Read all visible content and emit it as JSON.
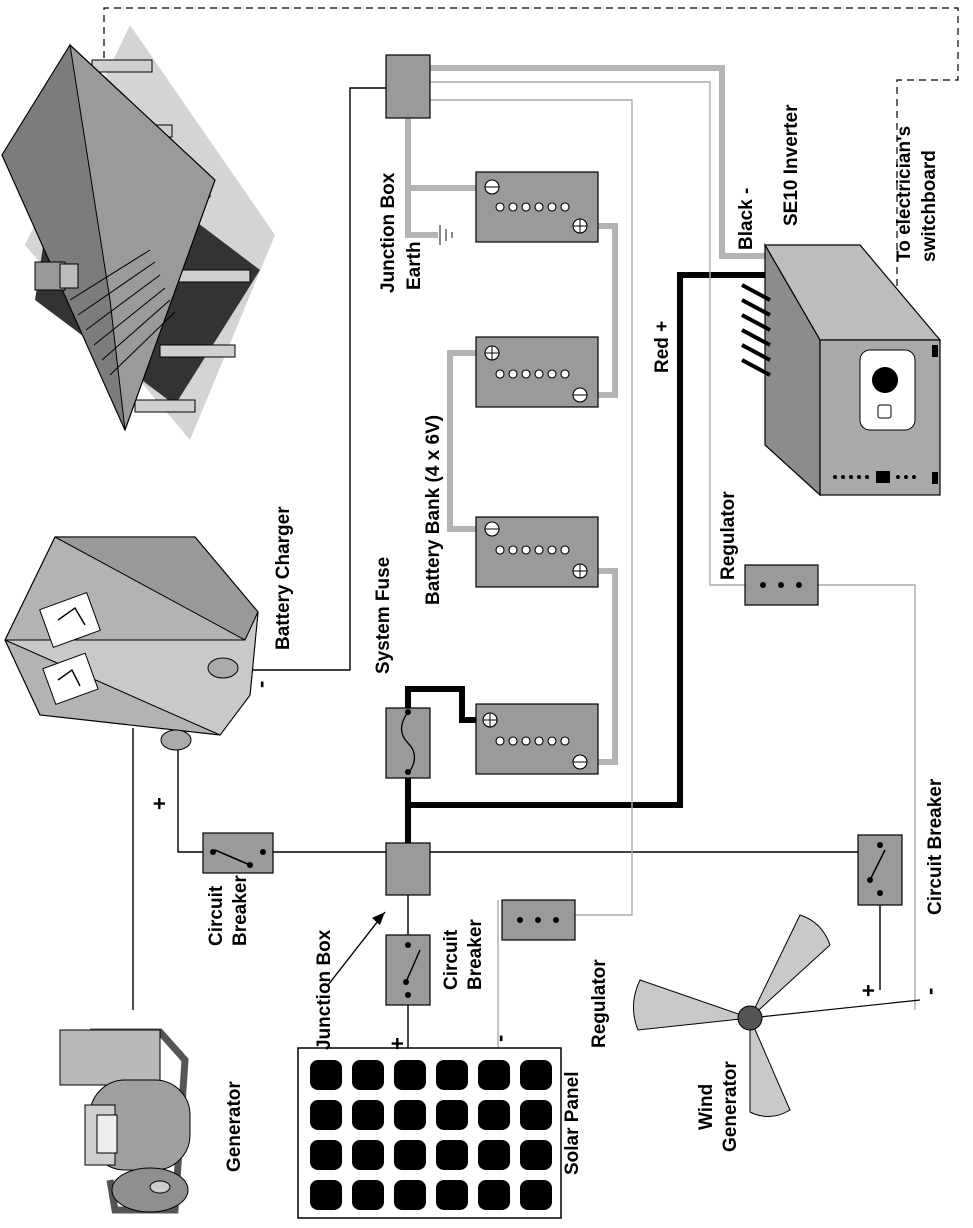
{
  "labels": {
    "junction_box_top": "Junction Box",
    "earth": "Earth",
    "black_neg": "Black -",
    "inverter": "SE10 Inverter",
    "switchboard_1": "To electrician's",
    "switchboard_2": "switchboard",
    "red_pos": "Red +",
    "battery_charger": "Battery Charger",
    "battery_bank": "Battery Bank (4 x 6V)",
    "system_fuse": "System Fuse",
    "regulator_right": "Regulator",
    "circuit_breaker_left_1": "Circuit",
    "circuit_breaker_left_2": "Breaker",
    "junction_box_bottom": "Junction Box",
    "circuit_breaker_mid_1": "Circuit",
    "circuit_breaker_mid_2": "Breaker",
    "regulator_bottom": "Regulator",
    "circuit_breaker_right": "Circuit Breaker",
    "generator": "Generator",
    "solar_panel": "Solar Panel",
    "wind_generator_1": "Wind",
    "wind_generator_2": "Generator"
  },
  "signs": {
    "charger_neg": "-",
    "charger_pos": "+",
    "solar_pos": "+",
    "solar_neg": "-",
    "wind_pos": "+",
    "wind_neg": "-"
  },
  "icons": [
    "house-icon",
    "battery-charger-icon",
    "generator-icon",
    "solar-panel-icon",
    "wind-turbine-icon",
    "inverter-icon",
    "battery-icon",
    "fuse-icon",
    "circuit-breaker-icon",
    "regulator-icon",
    "junction-box-icon",
    "earth-ground-icon"
  ],
  "colors": {
    "device_fill": "#9a9a9a",
    "grey_cable": "#b4b4b4",
    "black_cable": "#000000"
  }
}
